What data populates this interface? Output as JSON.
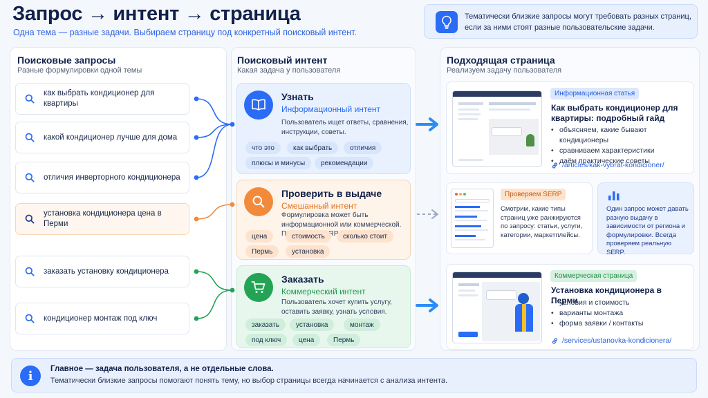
{
  "header": {
    "title": "Запрос → интент → страница",
    "subtitle": "Одна тема — разные задачи. Выбираем страницу под конкретный поисковый интент.",
    "tip": "Тематически близкие запросы могут требовать разных страниц, если за ними стоят разные пользовательские задачи."
  },
  "columns": {
    "queries": {
      "title": "Поисковые запросы",
      "sub": "Разные формулировки одной темы"
    },
    "intent": {
      "title": "Поисковый интент",
      "sub": "Какая задача у пользователя"
    },
    "page": {
      "title": "Подходящая страница",
      "sub": "Реализуем задачу пользователя"
    }
  },
  "queries": [
    "как выбрать кондиционер для квартиры",
    "какой кондиционер лучше для дома",
    "отличия инверторного кондиционера",
    "установка кондиционера цена в Перми",
    "заказать установку кондиционера",
    "кондиционер монтаж под ключ"
  ],
  "intents": {
    "info": {
      "title": "Узнать",
      "type": "Информационный интент",
      "desc": "Пользователь ищет ответы, сравнения, инструкции, советы.",
      "chips": [
        "что это",
        "как выбрать",
        "отличия",
        "плюсы и минусы",
        "рекомендации"
      ]
    },
    "mixed": {
      "title": "Проверить в выдаче",
      "type": "Смешанный интент",
      "desc": "Формулировка может быть информационной или коммерческой. Проверяем SERP.",
      "chips": [
        "цена",
        "стоимость",
        "сколько стоит",
        "Пермь",
        "установка"
      ]
    },
    "commercial": {
      "title": "Заказать",
      "type": "Коммерческий интент",
      "desc": "Пользователь хочет купить услугу, оставить заявку, узнать условия.",
      "chips": [
        "заказать",
        "установка",
        "монтаж",
        "под ключ",
        "цена",
        "Пермь"
      ]
    }
  },
  "pages": {
    "article": {
      "badge": "Информационная статья",
      "title": "Как выбрать кондиционер для квартиры: подробный гайд",
      "items": [
        "объясняем, какие бывают кондиционеры",
        "сравниваем характеристики",
        "даём практические советы"
      ],
      "link": "/articles/kak-vybrat-kondicioner/"
    },
    "serp": {
      "badge": "Проверяем SERP",
      "text": "Смотрим, какие типы страниц уже ранжируются по запросу: статьи, услуги, категории, маркетплейсы.",
      "note": "Один запрос может давать разную выдачу в зависимости от региона и формулировки. Всегда проверяем реальную SERP."
    },
    "commercial": {
      "badge": "Коммерческая страница",
      "title": "Установка кондиционера в Перми",
      "items": [
        "условия и стоимость",
        "варианты монтажа",
        "форма заявки / контакты"
      ],
      "link": "/services/ustanovka-kondicionera/"
    }
  },
  "footer": {
    "title": "Главное — задача пользователя, а не отдельные слова.",
    "text": "Тематически близкие запросы помогают понять тему, но выбор страницы всегда начинается с анализа интента."
  },
  "colors": {
    "blue": "#2a6cf6",
    "orange": "#f28a3c",
    "green": "#23a455"
  },
  "icons": [
    "lightbulb-icon",
    "search-icon",
    "book-icon",
    "cart-icon",
    "bar-chart-icon",
    "link-icon",
    "info-icon",
    "arrow-right-icon"
  ]
}
